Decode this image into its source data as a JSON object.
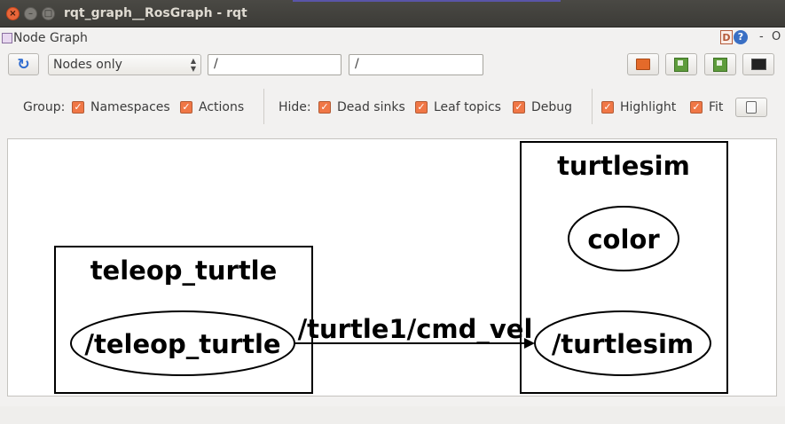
{
  "window": {
    "title": "rqt_graph__RosGraph - rqt",
    "close_glyph": "×",
    "minimize_glyph": "–",
    "maximize_glyph": "□"
  },
  "plugin": {
    "title": "Node Graph",
    "d_label": "D",
    "help_label": "?",
    "dash_label": "-",
    "o_label": "O"
  },
  "toolbar": {
    "refresh_icon": "refresh-icon",
    "refresh_glyph": "↻",
    "mode_selected": "Nodes only",
    "filter_include": "/",
    "filter_exclude": "/"
  },
  "options": {
    "group_label": "Group:",
    "hide_label": "Hide:",
    "check_glyph": "✓",
    "group": [
      {
        "label": "Namespaces",
        "checked": true
      },
      {
        "label": "Actions",
        "checked": true
      }
    ],
    "hide": [
      {
        "label": "Dead sinks",
        "checked": true
      },
      {
        "label": "Leaf topics",
        "checked": true
      },
      {
        "label": "Debug",
        "checked": true
      }
    ],
    "view": [
      {
        "label": "Highlight",
        "checked": true
      },
      {
        "label": "Fit",
        "checked": true
      }
    ]
  },
  "graph": {
    "clusters": [
      {
        "label": "teleop_turtle"
      },
      {
        "label": "turtlesim"
      }
    ],
    "nodes": [
      {
        "label": "/teleop_turtle"
      },
      {
        "label": "color"
      },
      {
        "label": "/turtlesim"
      }
    ],
    "edge": {
      "label": "/turtle1/cmd_vel"
    }
  },
  "colors": {
    "checkbox": "#f07746",
    "titlebar": "#3c3b37",
    "accent": "#5a55a8"
  }
}
